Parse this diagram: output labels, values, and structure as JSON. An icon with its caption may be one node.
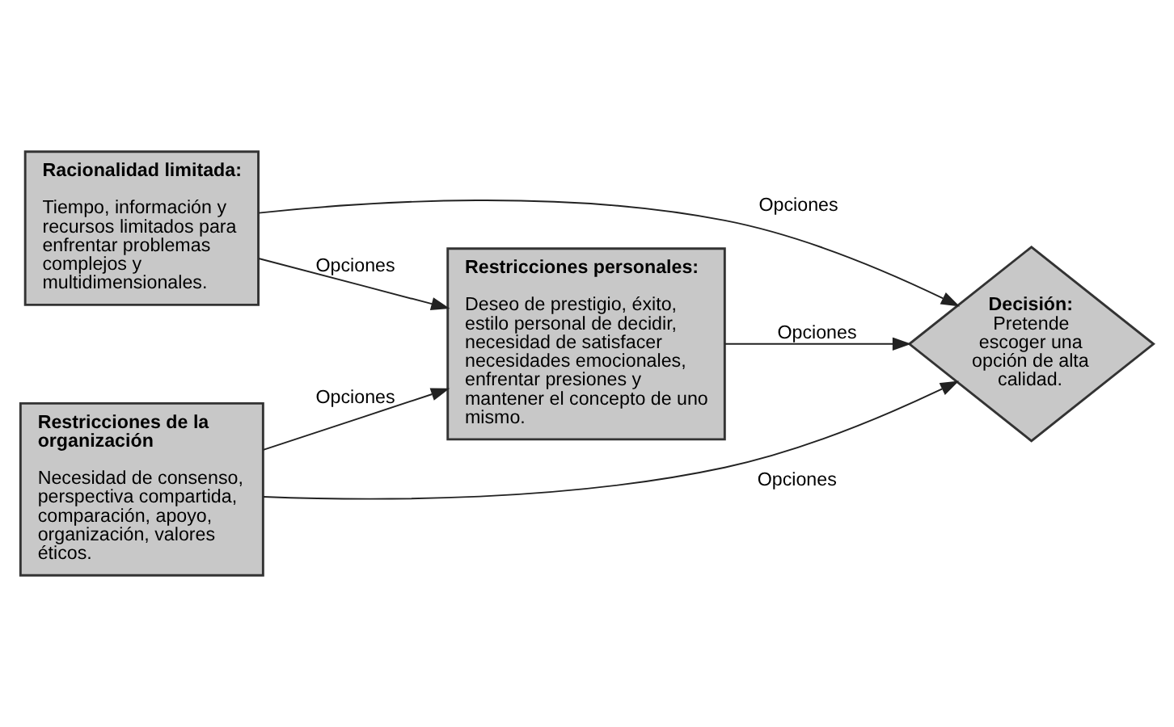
{
  "diagram": {
    "nodes": [
      {
        "text": [
          "Racionalidad limitada:",
          "Tiempo, información y recursos limitados para enfrentar problemas complejos y multidimensionales."
        ]
      },
      {
        "text": [
          "Restricciones personales:",
          "Deseo de prestigio, éxito, estilo personal de decidir, necesidad de satisfacer necesidades emocionales, enfrentar presiones y mantener el concepto de uno mismo."
        ]
      },
      {
        "text": [
          "Restricciones de la organización",
          "Necesidad de consenso, perspectiva compartida, comparación, apoyo, organización, valores éticos."
        ]
      },
      {
        "text": [
          "Decisión:",
          "Pretende escoger una opción de alta calidad."
        ]
      }
    ],
    "edges": [
      {
        "from": 0,
        "to": 1,
        "arrow": "to",
        "label": "Opciones"
      },
      {
        "from": 0,
        "to": 3,
        "arrow": "to",
        "label": "Opciones"
      },
      {
        "from": 1,
        "to": 3,
        "arrow": "to",
        "label": "Opciones"
      },
      {
        "from": 2,
        "to": 1,
        "arrow": "to",
        "label": "Opciones"
      },
      {
        "from": 2,
        "to": 3,
        "arrow": "to",
        "label": "Opciones"
      }
    ]
  }
}
